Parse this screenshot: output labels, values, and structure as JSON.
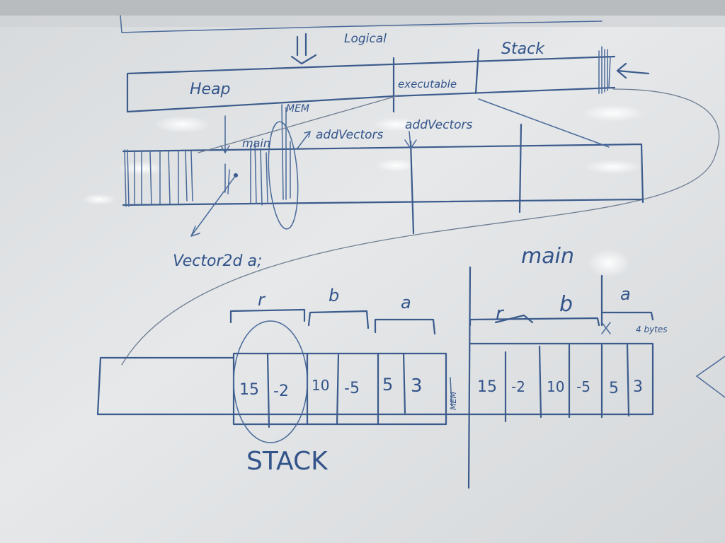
{
  "labels": {
    "logical": "Logical",
    "stack_top": "Stack",
    "heap": "Heap",
    "executable": "executable",
    "mem": "MEM",
    "main_upper": "main",
    "addvectors_1": "addVectors",
    "addvectors_2": "addVectors",
    "vector2d_a": "Vector2d a;",
    "main_title": "main",
    "stack_bottom": "STACK",
    "bytes_4": "4 bytes"
  },
  "left_frame": {
    "brackets": [
      "r",
      "b",
      "a"
    ],
    "cells": [
      "15",
      "-2",
      "10",
      "-5",
      "5",
      "3"
    ],
    "marker": "MEM"
  },
  "main_frame": {
    "brackets": [
      "r",
      "b",
      "a"
    ],
    "cells": [
      "15",
      "-2",
      "10",
      "-5",
      "5",
      "3"
    ]
  },
  "colors": {
    "ink": "#3b5b8c",
    "board": "#dfe2e4"
  }
}
